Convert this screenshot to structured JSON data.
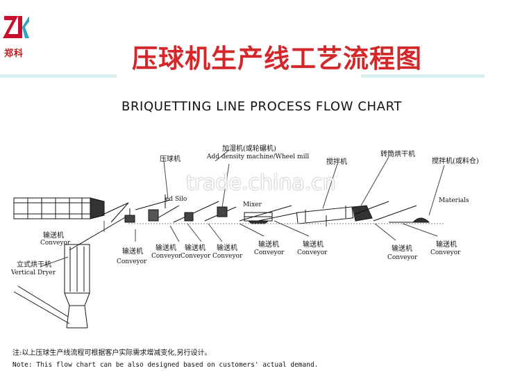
{
  "brand": {
    "logo_text": "郑科"
  },
  "header": {
    "title_cn": "压球机生产线工艺流程图",
    "title_en": "BRIQUETTING  LINE PROCESS FLOW CHART"
  },
  "labels": {
    "silo_cn": "压球机",
    "silo_en": "ed Silo",
    "adm_cn": "加湿机(或轮碾机)",
    "adm_en": "Add density machine/Wheel mill",
    "mixer_cn": "搅拌机",
    "mixer_en": "Mixer",
    "drum_cn": "转筒烘干机",
    "material_cn": "搅拌机(或料仓)",
    "material_en": "Materials",
    "conv_cn": "输送机",
    "conv_en": "Conveyor",
    "vdryer_cn": "立式烘干机",
    "vdryer_en": "Vertical Dryer"
  },
  "watermark": "trade.china.cn",
  "notes": {
    "cn": "注:以上压球生产线流程可根据客户实际需求增减变化,另行设计。",
    "en": "Note: This flow chart can be also designed based on customers' actual demand."
  },
  "colors": {
    "accent": "#d5262a",
    "band": "#d9eeee",
    "ink": "#111111"
  }
}
